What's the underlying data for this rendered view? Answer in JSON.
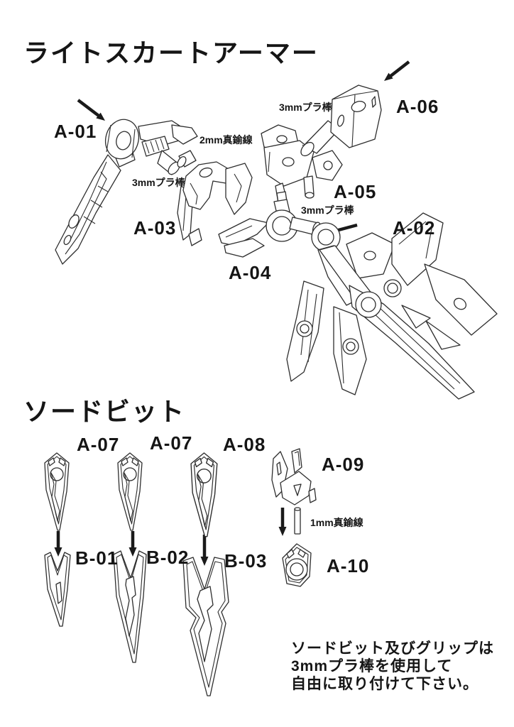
{
  "page": {
    "background": "#ffffff",
    "ink_color": "#151515",
    "line_color": "#2e2e2e"
  },
  "armor_section": {
    "title": "ライトスカートアーマー",
    "part_labels": {
      "a01": "A-01",
      "a02": "A-02",
      "a03": "A-03",
      "a04": "A-04",
      "a05": "A-05",
      "a06": "A-06"
    },
    "annotations": {
      "rod3_a01": "3mmプラ棒",
      "brass2": "2mm真鍮線",
      "rod3_a06": "3mmプラ棒",
      "rod3_a04": "3mmプラ棒"
    }
  },
  "sword_section": {
    "title": "ソードビット",
    "part_labels": {
      "a07_left": "A-07",
      "a07_mid": "A-07",
      "a08": "A-08",
      "a09": "A-09",
      "a10": "A-10",
      "b01": "B-01",
      "b02": "B-02",
      "b03": "B-03"
    },
    "annotations": {
      "brass1": "1mm真鍮線"
    },
    "note_lines": {
      "line1": "ソードビット及びグリップは",
      "line2": "3mmプラ棒を使用して",
      "line3": "自由に取り付けて下さい。"
    }
  },
  "icons": {
    "arrow_down_right": "↘",
    "arrow_down_left": "↙",
    "arrow_left": "←",
    "arrow_down": "↓"
  }
}
